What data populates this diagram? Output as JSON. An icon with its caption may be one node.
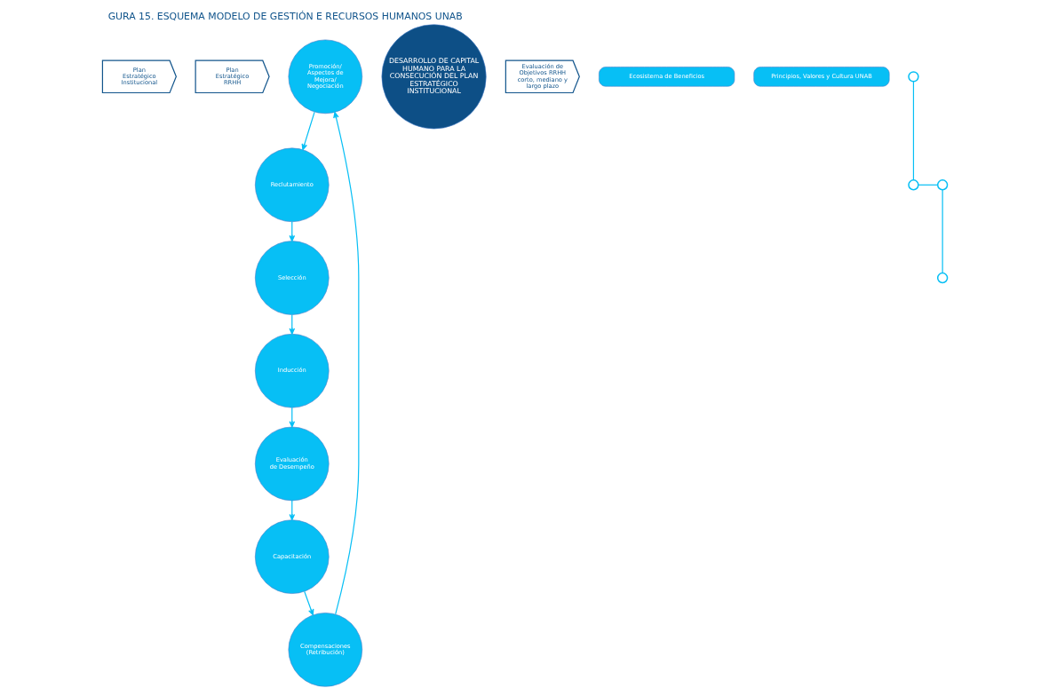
{
  "diagram": {
    "title": "GURA 15. ESQUEMA MODELO DE GESTIÓN E RECURSOS HUMANOS UNAB",
    "nodes": [
      {
        "text": [
          "Plan Estratégico Institucional"
        ]
      },
      {
        "text": [
          "Plan Estratégico RRHH"
        ]
      },
      {
        "text": [
          "Promoción/ Aspectos de Mejora/ Negociación"
        ]
      },
      {
        "text": [
          "Reclutamiento"
        ]
      },
      {
        "text": [
          "Selección"
        ]
      },
      {
        "text": [
          "DESARROLLO DE CAPITAL HUMANO PARA LA CONSECUCIÓN DEL PLAN ESTRATÉGICO INSTITUCIONAL"
        ]
      },
      {
        "text": [
          "Inducción"
        ]
      },
      {
        "text": [
          "Evaluación de Desempeño"
        ]
      },
      {
        "text": [
          "Evaluación de Objetivos RRHH corto, mediano y largo plazo"
        ]
      },
      {
        "text": [
          "Compensaciones (Retribución)"
        ]
      },
      {
        "text": [
          "Capacitación"
        ]
      },
      {
        "text": [
          "Ecosistema de Beneficios"
        ]
      },
      {
        "text": [
          "Principios, Valores y Cultura UNAB"
        ]
      },
      {
        "text": [],
        "shape": "circle"
      },
      {
        "text": [],
        "shape": "circle"
      },
      {
        "text": [],
        "shape": "circle"
      },
      {
        "text": [],
        "shape": "circle"
      }
    ],
    "edges": [
      {
        "from": 3,
        "to": 4,
        "arrow": "to"
      },
      {
        "from": 4,
        "to": 6,
        "arrow": "to"
      },
      {
        "from": 6,
        "to": 7,
        "arrow": "to"
      },
      {
        "from": 7,
        "to": 10,
        "arrow": "to"
      },
      {
        "from": 10,
        "to": 9,
        "arrow": "to"
      },
      {
        "from": 9,
        "to": 2,
        "arrow": "to"
      },
      {
        "from": 2,
        "to": 3,
        "arrow": "to"
      },
      {
        "from": 13,
        "to": 14,
        "arrow": "none"
      },
      {
        "from": 14,
        "to": 15,
        "arrow": "none"
      },
      {
        "from": 15,
        "to": 16,
        "arrow": "none"
      }
    ]
  }
}
